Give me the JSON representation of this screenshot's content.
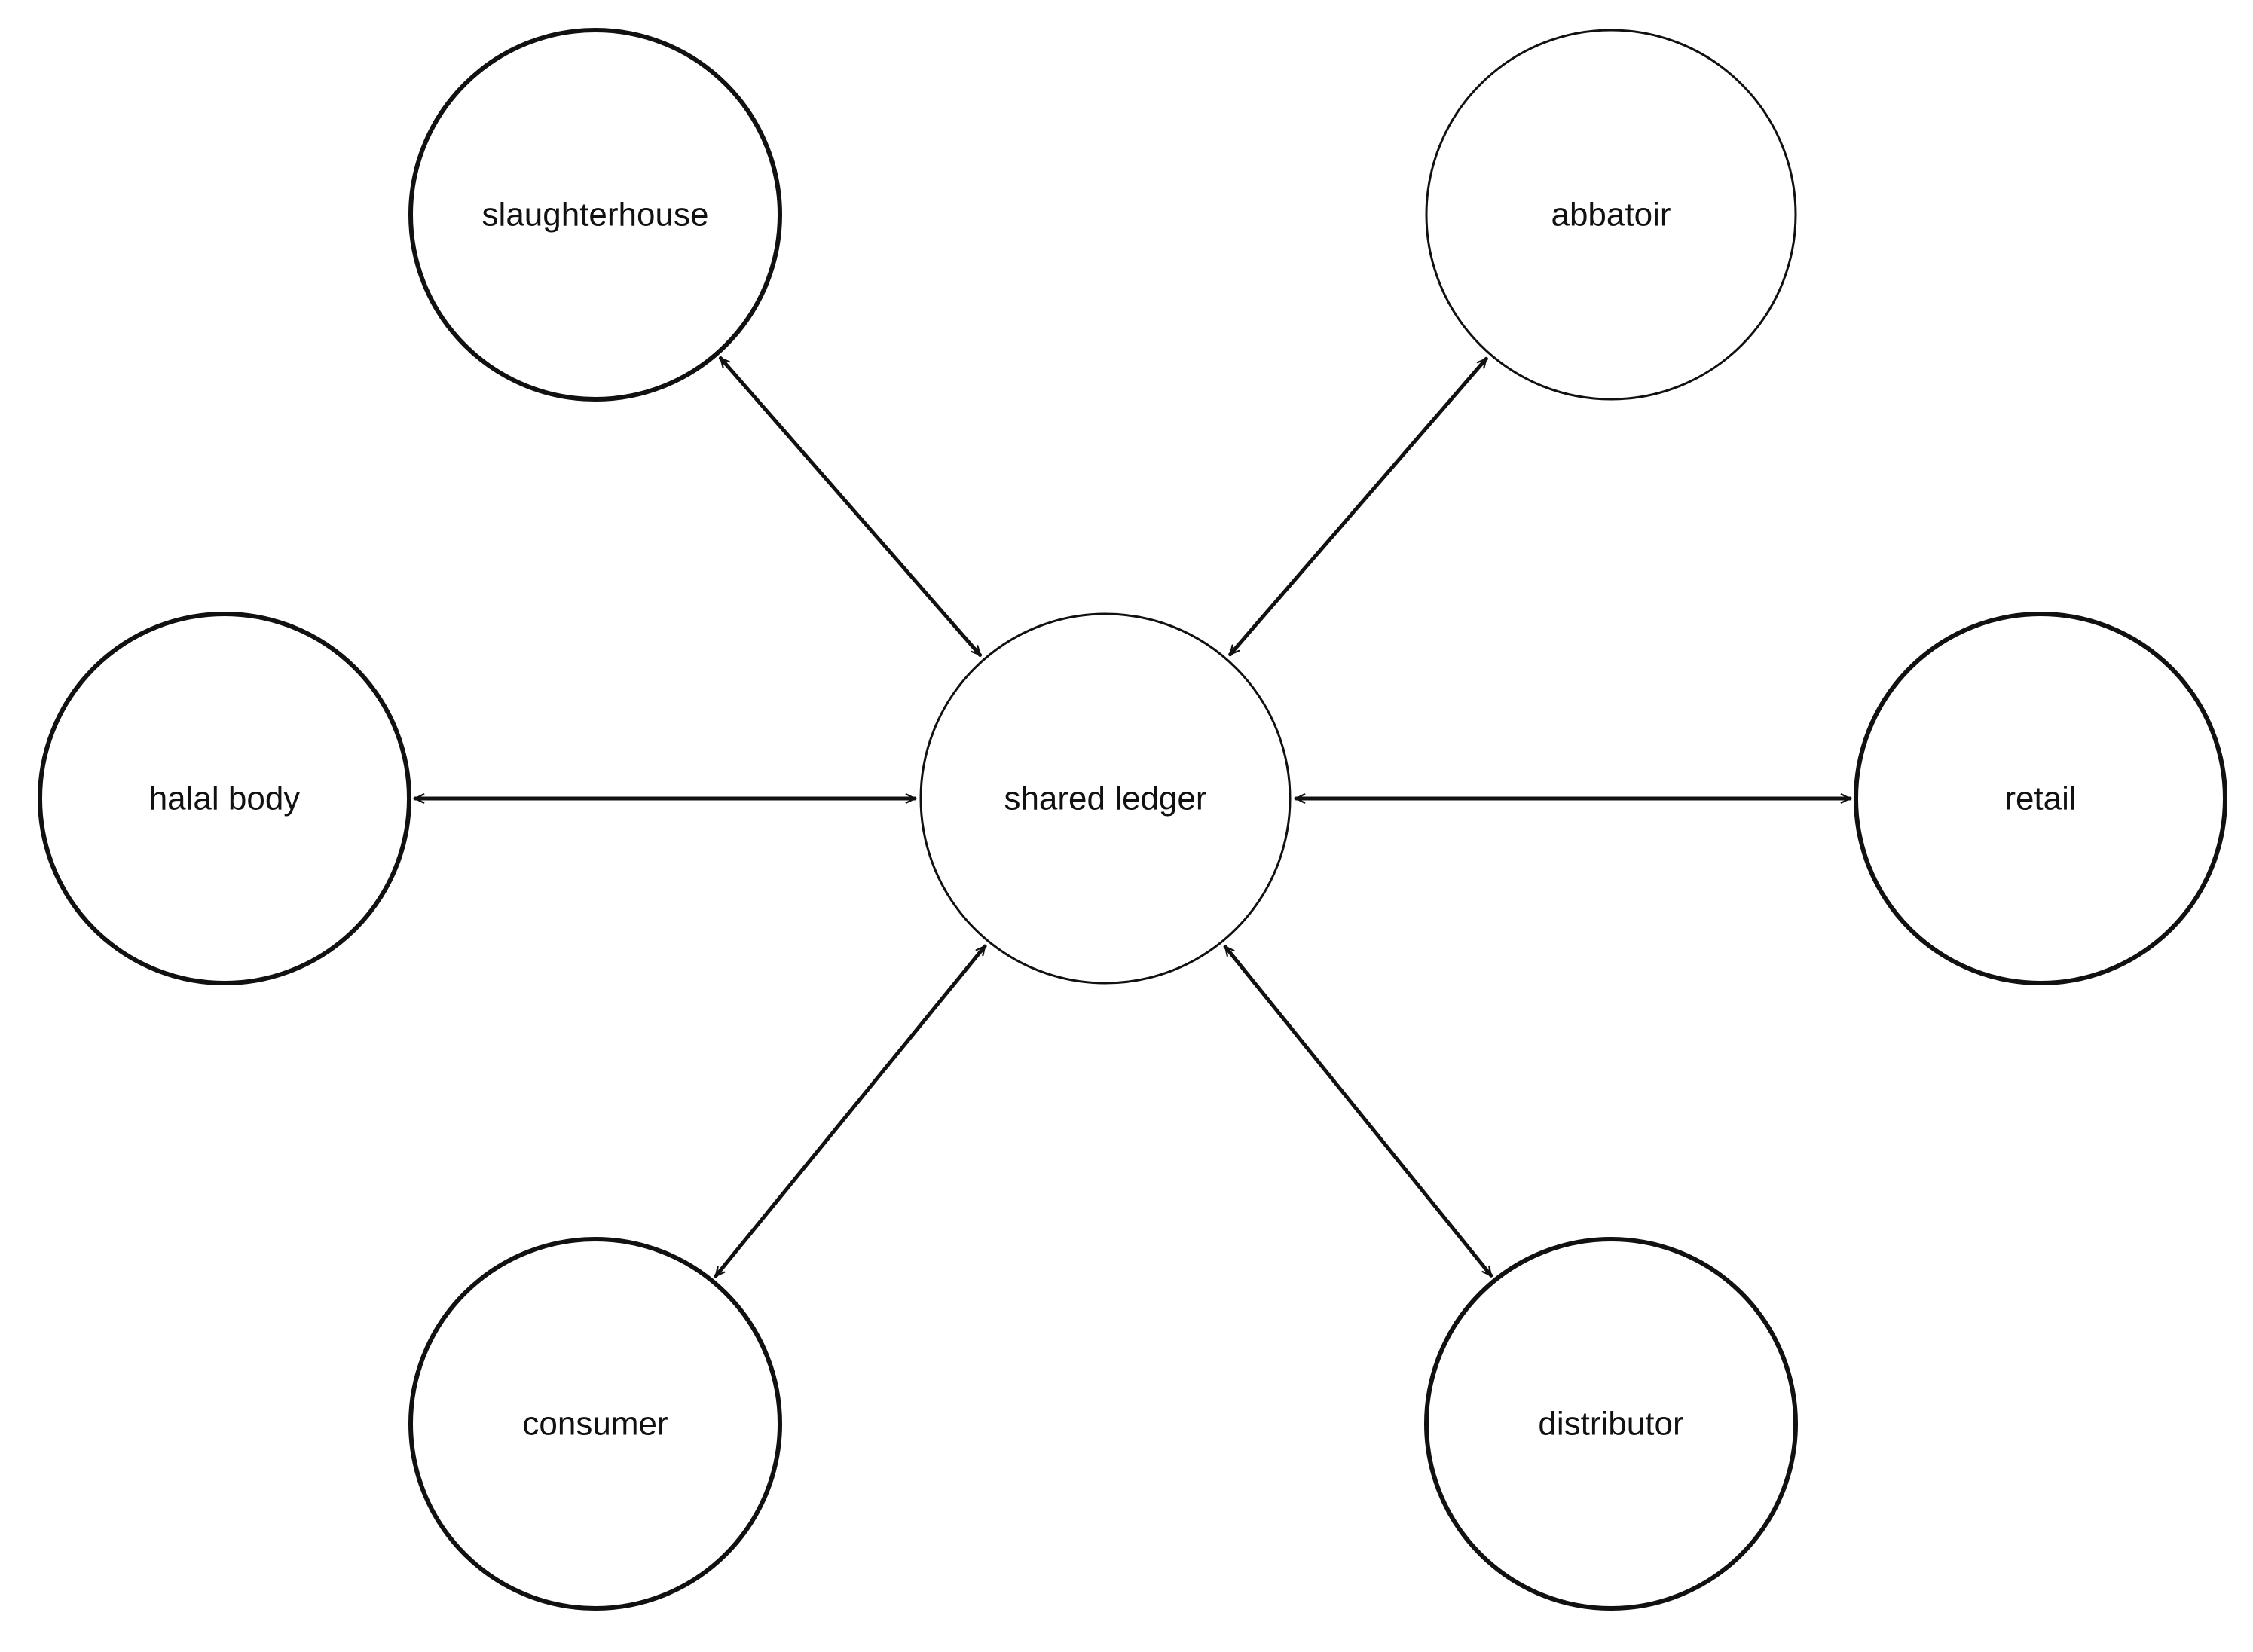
{
  "diagram": {
    "center": {
      "id": "ledger",
      "label": "shared ledger"
    },
    "nodes": [
      {
        "id": "slaughterhouse",
        "label": "slaughterhouse"
      },
      {
        "id": "abbatoir",
        "label": "abbatoir"
      },
      {
        "id": "halal",
        "label": "halal body"
      },
      {
        "id": "retail",
        "label": "retail"
      },
      {
        "id": "consumer",
        "label": "consumer"
      },
      {
        "id": "distributor",
        "label": "distributor"
      }
    ],
    "edges": [
      {
        "from": "ledger",
        "to": "slaughterhouse",
        "arrows": "both"
      },
      {
        "from": "ledger",
        "to": "abbatoir",
        "arrows": "both"
      },
      {
        "from": "ledger",
        "to": "halal",
        "arrows": "both"
      },
      {
        "from": "ledger",
        "to": "retail",
        "arrows": "both"
      },
      {
        "from": "ledger",
        "to": "consumer",
        "arrows": "both"
      },
      {
        "from": "ledger",
        "to": "distributor",
        "arrows": "both"
      }
    ],
    "colors": {
      "stroke": "#111111",
      "fill": "#ffffff",
      "background": "#ffffff"
    }
  }
}
